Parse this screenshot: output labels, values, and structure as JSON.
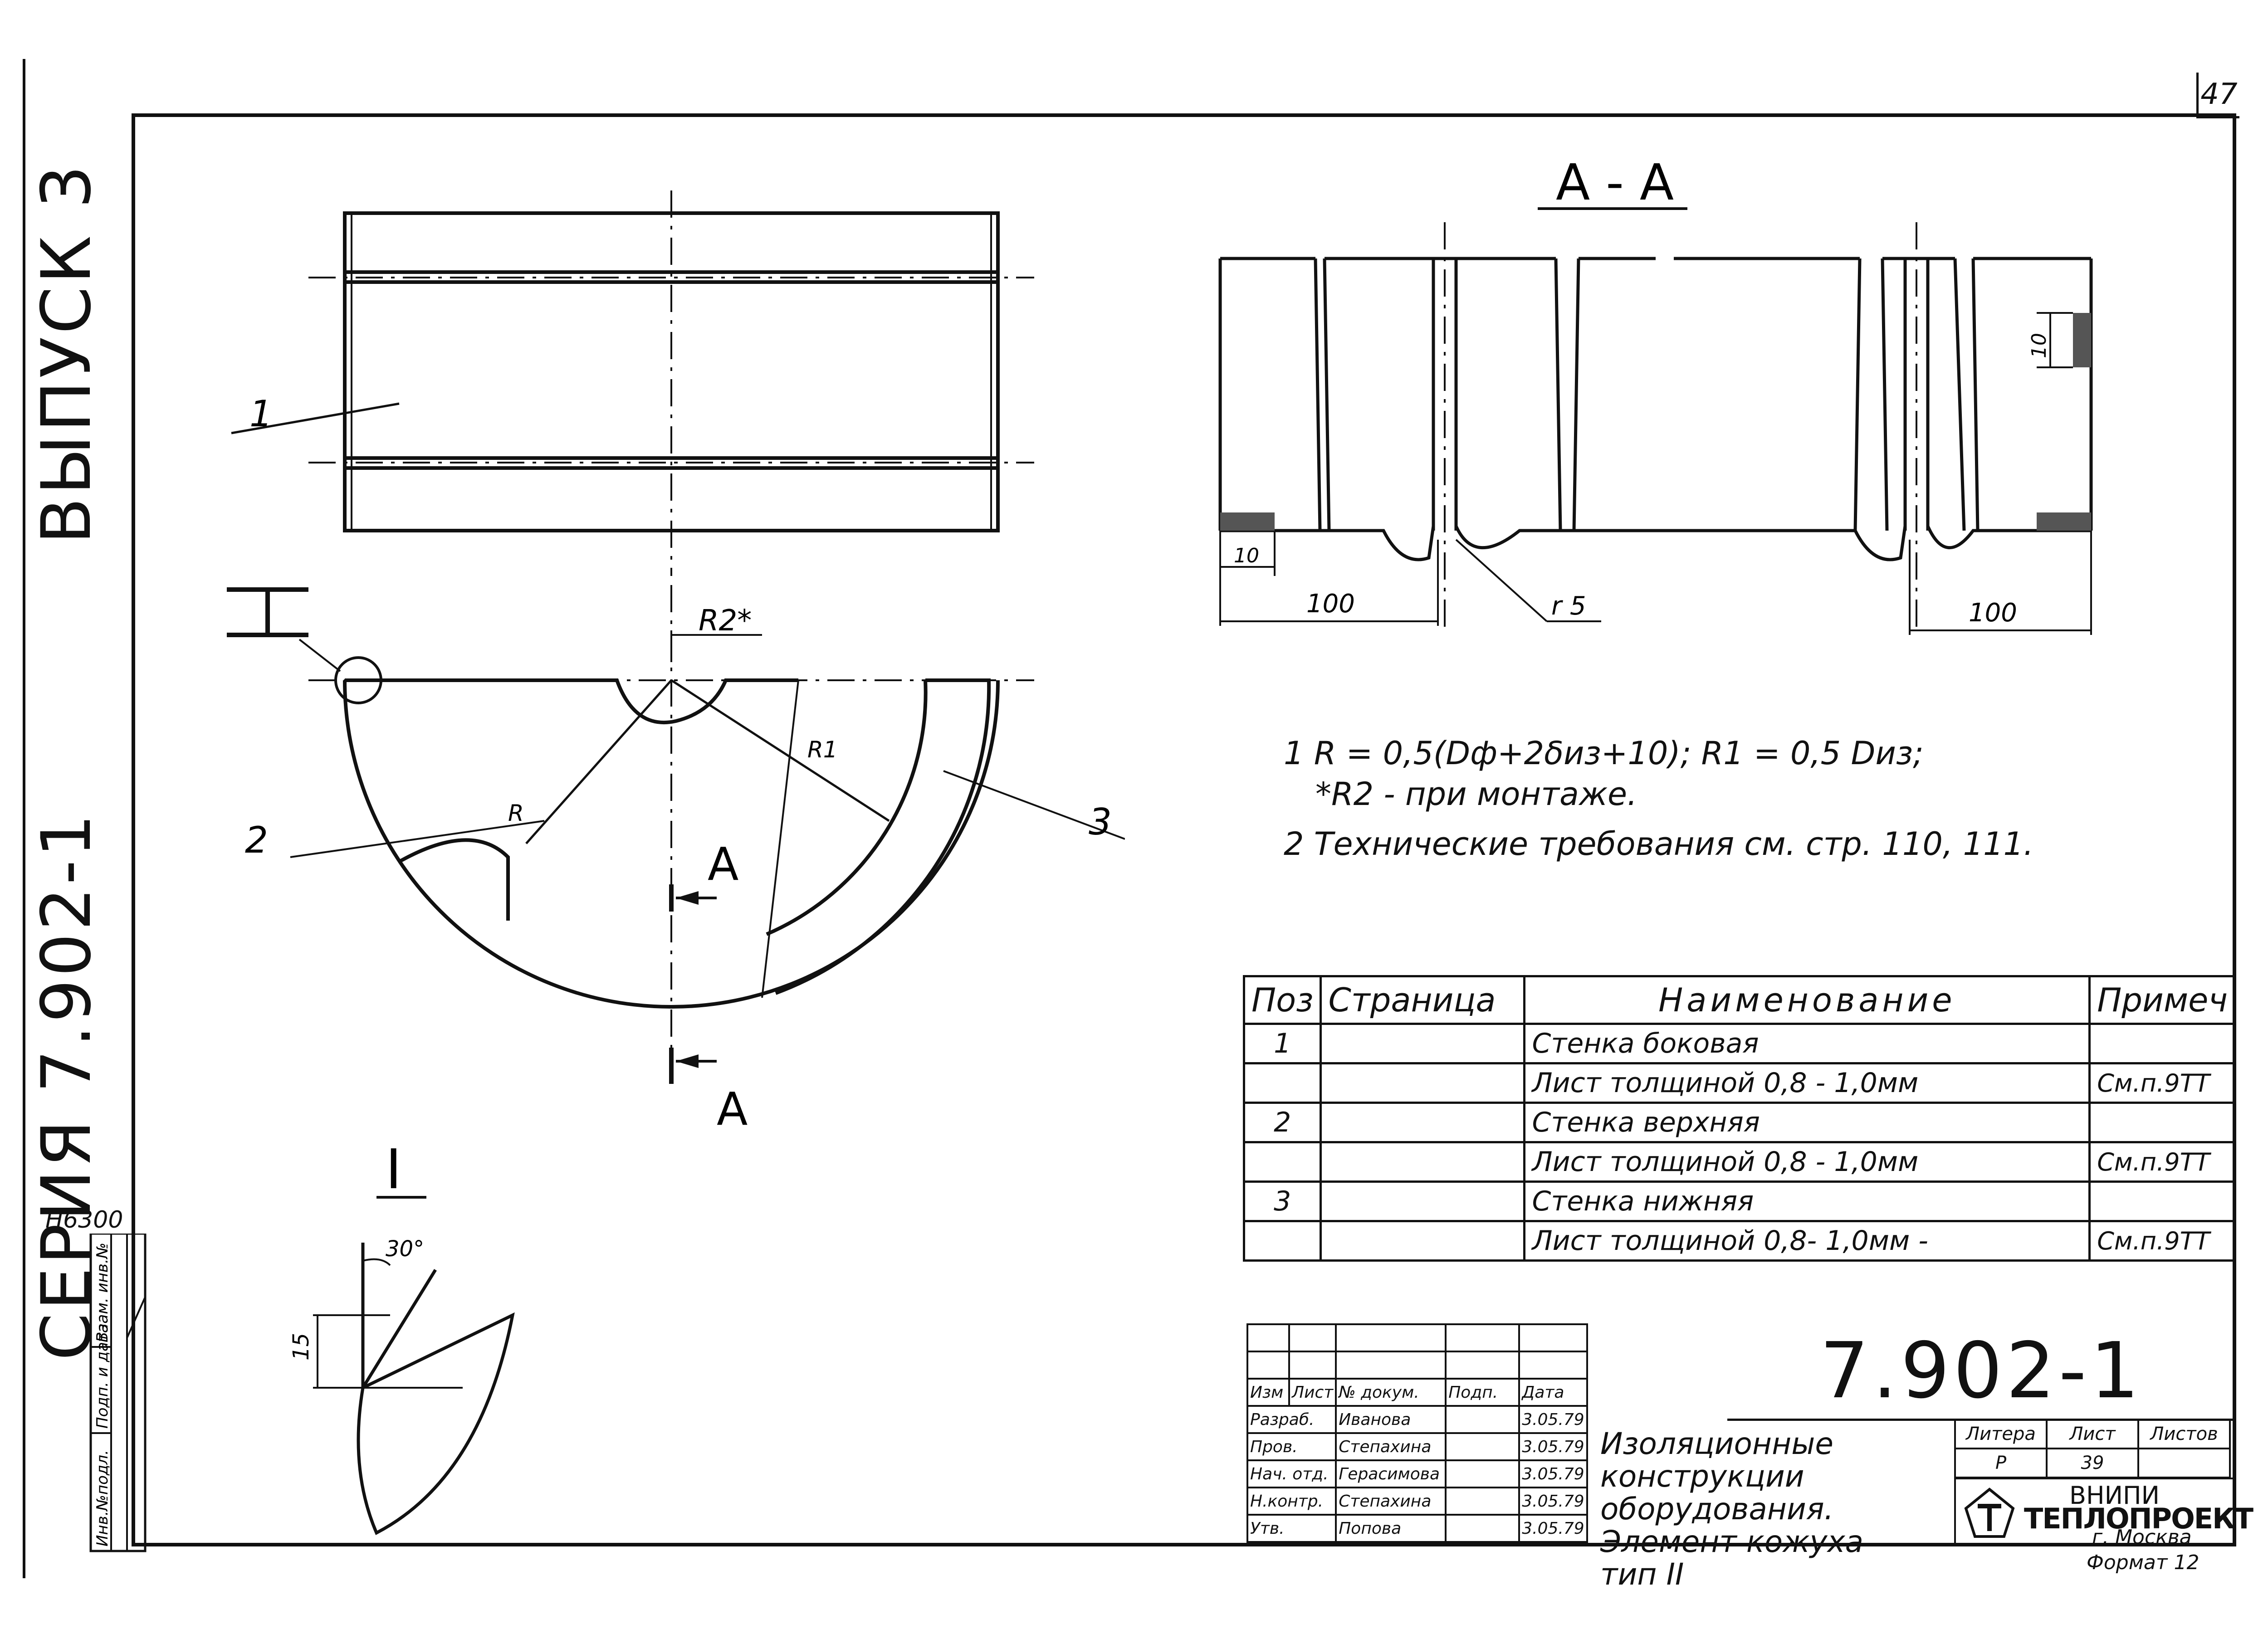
{
  "sheet_number": "47",
  "side": {
    "series": "СЕРИЯ 7.902-1",
    "issue": "ВЫПУСК 3",
    "code": "Н6300",
    "archive_labels": [
      "Инв.№подл.",
      "Подп. и дата",
      "Взам. инв.№"
    ]
  },
  "views": {
    "section_title": "А - А",
    "section_marker": "А",
    "detail_marker": "I",
    "dims": {
      "left_100": "100",
      "right_100": "100",
      "left_10": "10",
      "right_10": "10",
      "radius_5": "r 5",
      "detail_15": "15",
      "detail_angle": "30°"
    },
    "callouts": {
      "pos1": "1",
      "pos2": "2",
      "pos3": "3",
      "r": "R",
      "r1": "R1",
      "r2": "R2*"
    }
  },
  "notes": [
    "1  R = 0,5(Dф+2δиз+10);   R1 = 0,5 Dиз;",
    "*R2 - при монтаже.",
    "2  Технические требования см. стр. 110, 111."
  ],
  "spec_table": {
    "headers": [
      "Поз",
      "Страница",
      "Наименование",
      "Примеч"
    ],
    "rows": [
      [
        "1",
        "",
        "Стенка боковая",
        ""
      ],
      [
        "",
        "",
        "Лист толщиной  0,8 - 1,0мм",
        "См.п.9ТТ"
      ],
      [
        "2",
        "",
        "Стенка верхняя",
        ""
      ],
      [
        "",
        "",
        "Лист толщиной  0,8 - 1,0мм",
        "См.п.9ТТ"
      ],
      [
        "3",
        "",
        "Стенка нижняя",
        ""
      ],
      [
        "",
        "",
        "Лист толщиной 0,8- 1,0мм   -",
        "См.п.9ТТ"
      ]
    ]
  },
  "title_block": {
    "doc_code": "7.902-1",
    "title": "Изоляционные конструкции оборудования. Элемент кожуха тип II",
    "sig_headers": [
      "Изм",
      "Лист",
      "№ докум.",
      "Подп.",
      "Дата"
    ],
    "signatures": [
      [
        "Разраб.",
        "Иванова",
        "",
        "3.05.79"
      ],
      [
        "Пров.",
        "Степахина",
        "",
        "3.05.79"
      ],
      [
        "Нач. отд.",
        "Герасимова",
        "",
        "3.05.79"
      ],
      [
        "Н.контр.",
        "Степахина",
        "",
        "3.05.79"
      ],
      [
        "Утв.",
        "Попова",
        "",
        "3.05.79"
      ]
    ],
    "meta_headers": [
      "Литера",
      "Лист",
      "Листов"
    ],
    "meta_values": [
      "Р",
      "39",
      ""
    ],
    "org_line1": "ВНИПИ",
    "org_line2": "ТЕПЛОПРОЕКТ",
    "org_line3": "г. Москва",
    "format": "Формат 12"
  }
}
